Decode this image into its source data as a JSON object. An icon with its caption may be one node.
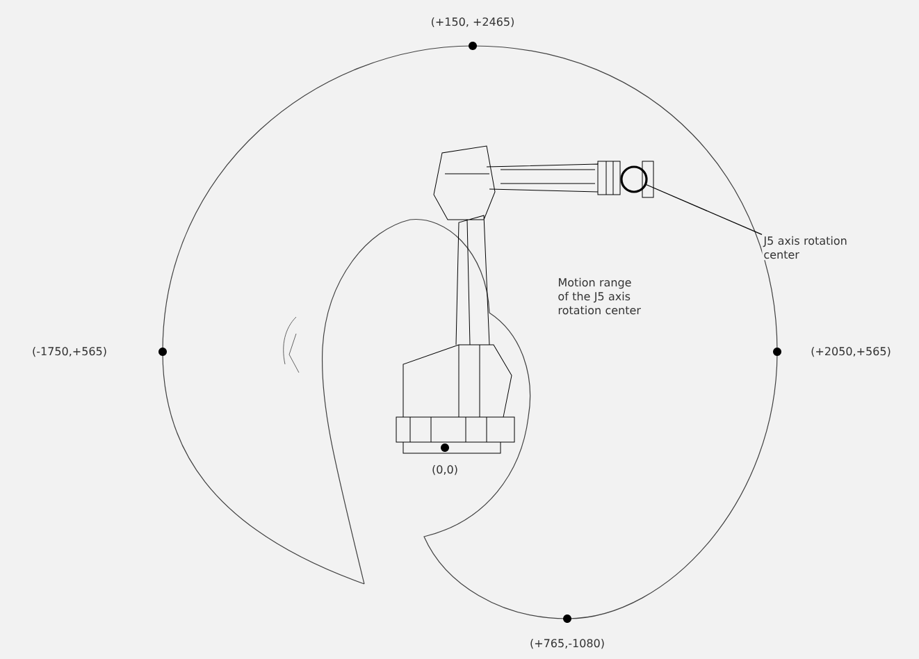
{
  "diagram": {
    "nodes": [
      {
        "text": [
          "J5 axis rotation center"
        ]
      },
      {
        "text": [],
        "shape": "circle"
      }
    ],
    "edges": [
      {
        "from": 0,
        "to": 1,
        "arrow": "none"
      }
    ],
    "labels": [
      "(+150, +2465)",
      "Motion range of the J5 axis rotation center",
      "(-1750,+565)",
      "(+2050,+565)",
      "(0,0)",
      "(+765,-1080)"
    ]
  }
}
